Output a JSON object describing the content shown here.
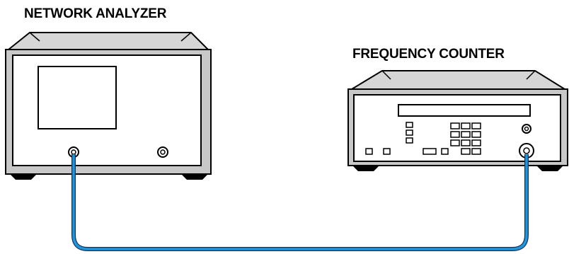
{
  "network_analyzer": {
    "label": "NETWORK ANALYZER"
  },
  "frequency_counter": {
    "label": "FREQUENCY COUNTER"
  },
  "colors": {
    "outline": "#000000",
    "face": "#ffffff",
    "cabinet": "#c8c8c8",
    "top_panel": "#d6d6d6",
    "cable": "#1e96dc",
    "cable_outline": "#1a2e5a"
  },
  "icons": {
    "connector": "coaxial-connector-icon",
    "cable": "coaxial-cable"
  }
}
